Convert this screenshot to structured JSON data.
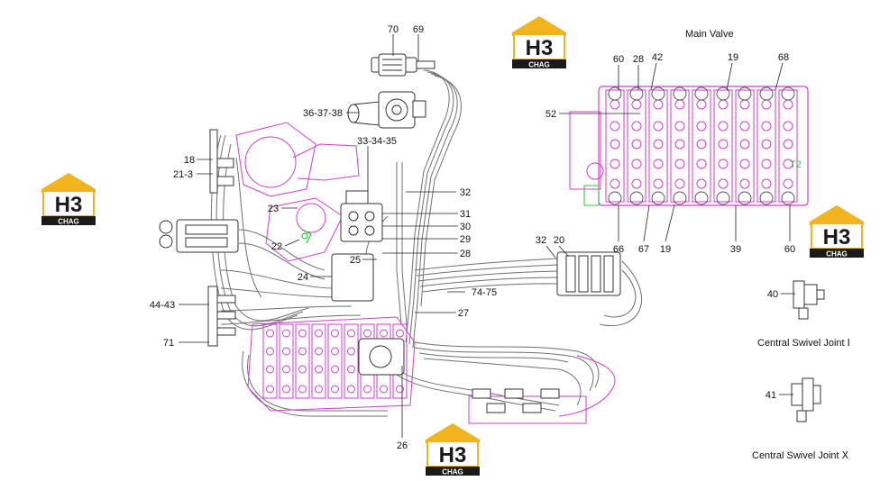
{
  "titles": {
    "main_valve": "Main Valve",
    "joint_1": "Central Swivel Joint Ⅰ",
    "joint_x": "Central Swivel Joint Ⅹ"
  },
  "logo": {
    "top": "H3",
    "bottom": "CHAG",
    "accent": "#f2b41c",
    "dark": "#1a1a1a"
  },
  "colors": {
    "line": "#666666",
    "magenta": "#d43ad4",
    "green": "#2fbf3a"
  },
  "labels": {
    "p70": "70",
    "p69": "69",
    "p36": "36-37-38",
    "p33": "33-34-35",
    "p18": "18",
    "p21": "21-3",
    "p32a": "32",
    "p23": "23",
    "p31": "31",
    "p30": "30",
    "p29": "29",
    "p28a": "28",
    "p22": "22",
    "p25": "25",
    "p24": "24",
    "p44": "44-43",
    "p71": "71",
    "p74": "74-75",
    "p27": "27",
    "p26": "26",
    "p32b": "32",
    "p20": "20",
    "p60a": "60",
    "p28b": "28",
    "p42": "42",
    "p19a": "19",
    "p68": "68",
    "p52": "52",
    "p66": "66",
    "p67": "67",
    "p19b": "19",
    "p39": "39",
    "p60b": "60",
    "p40": "40",
    "p41": "41",
    "t2": "T2"
  }
}
